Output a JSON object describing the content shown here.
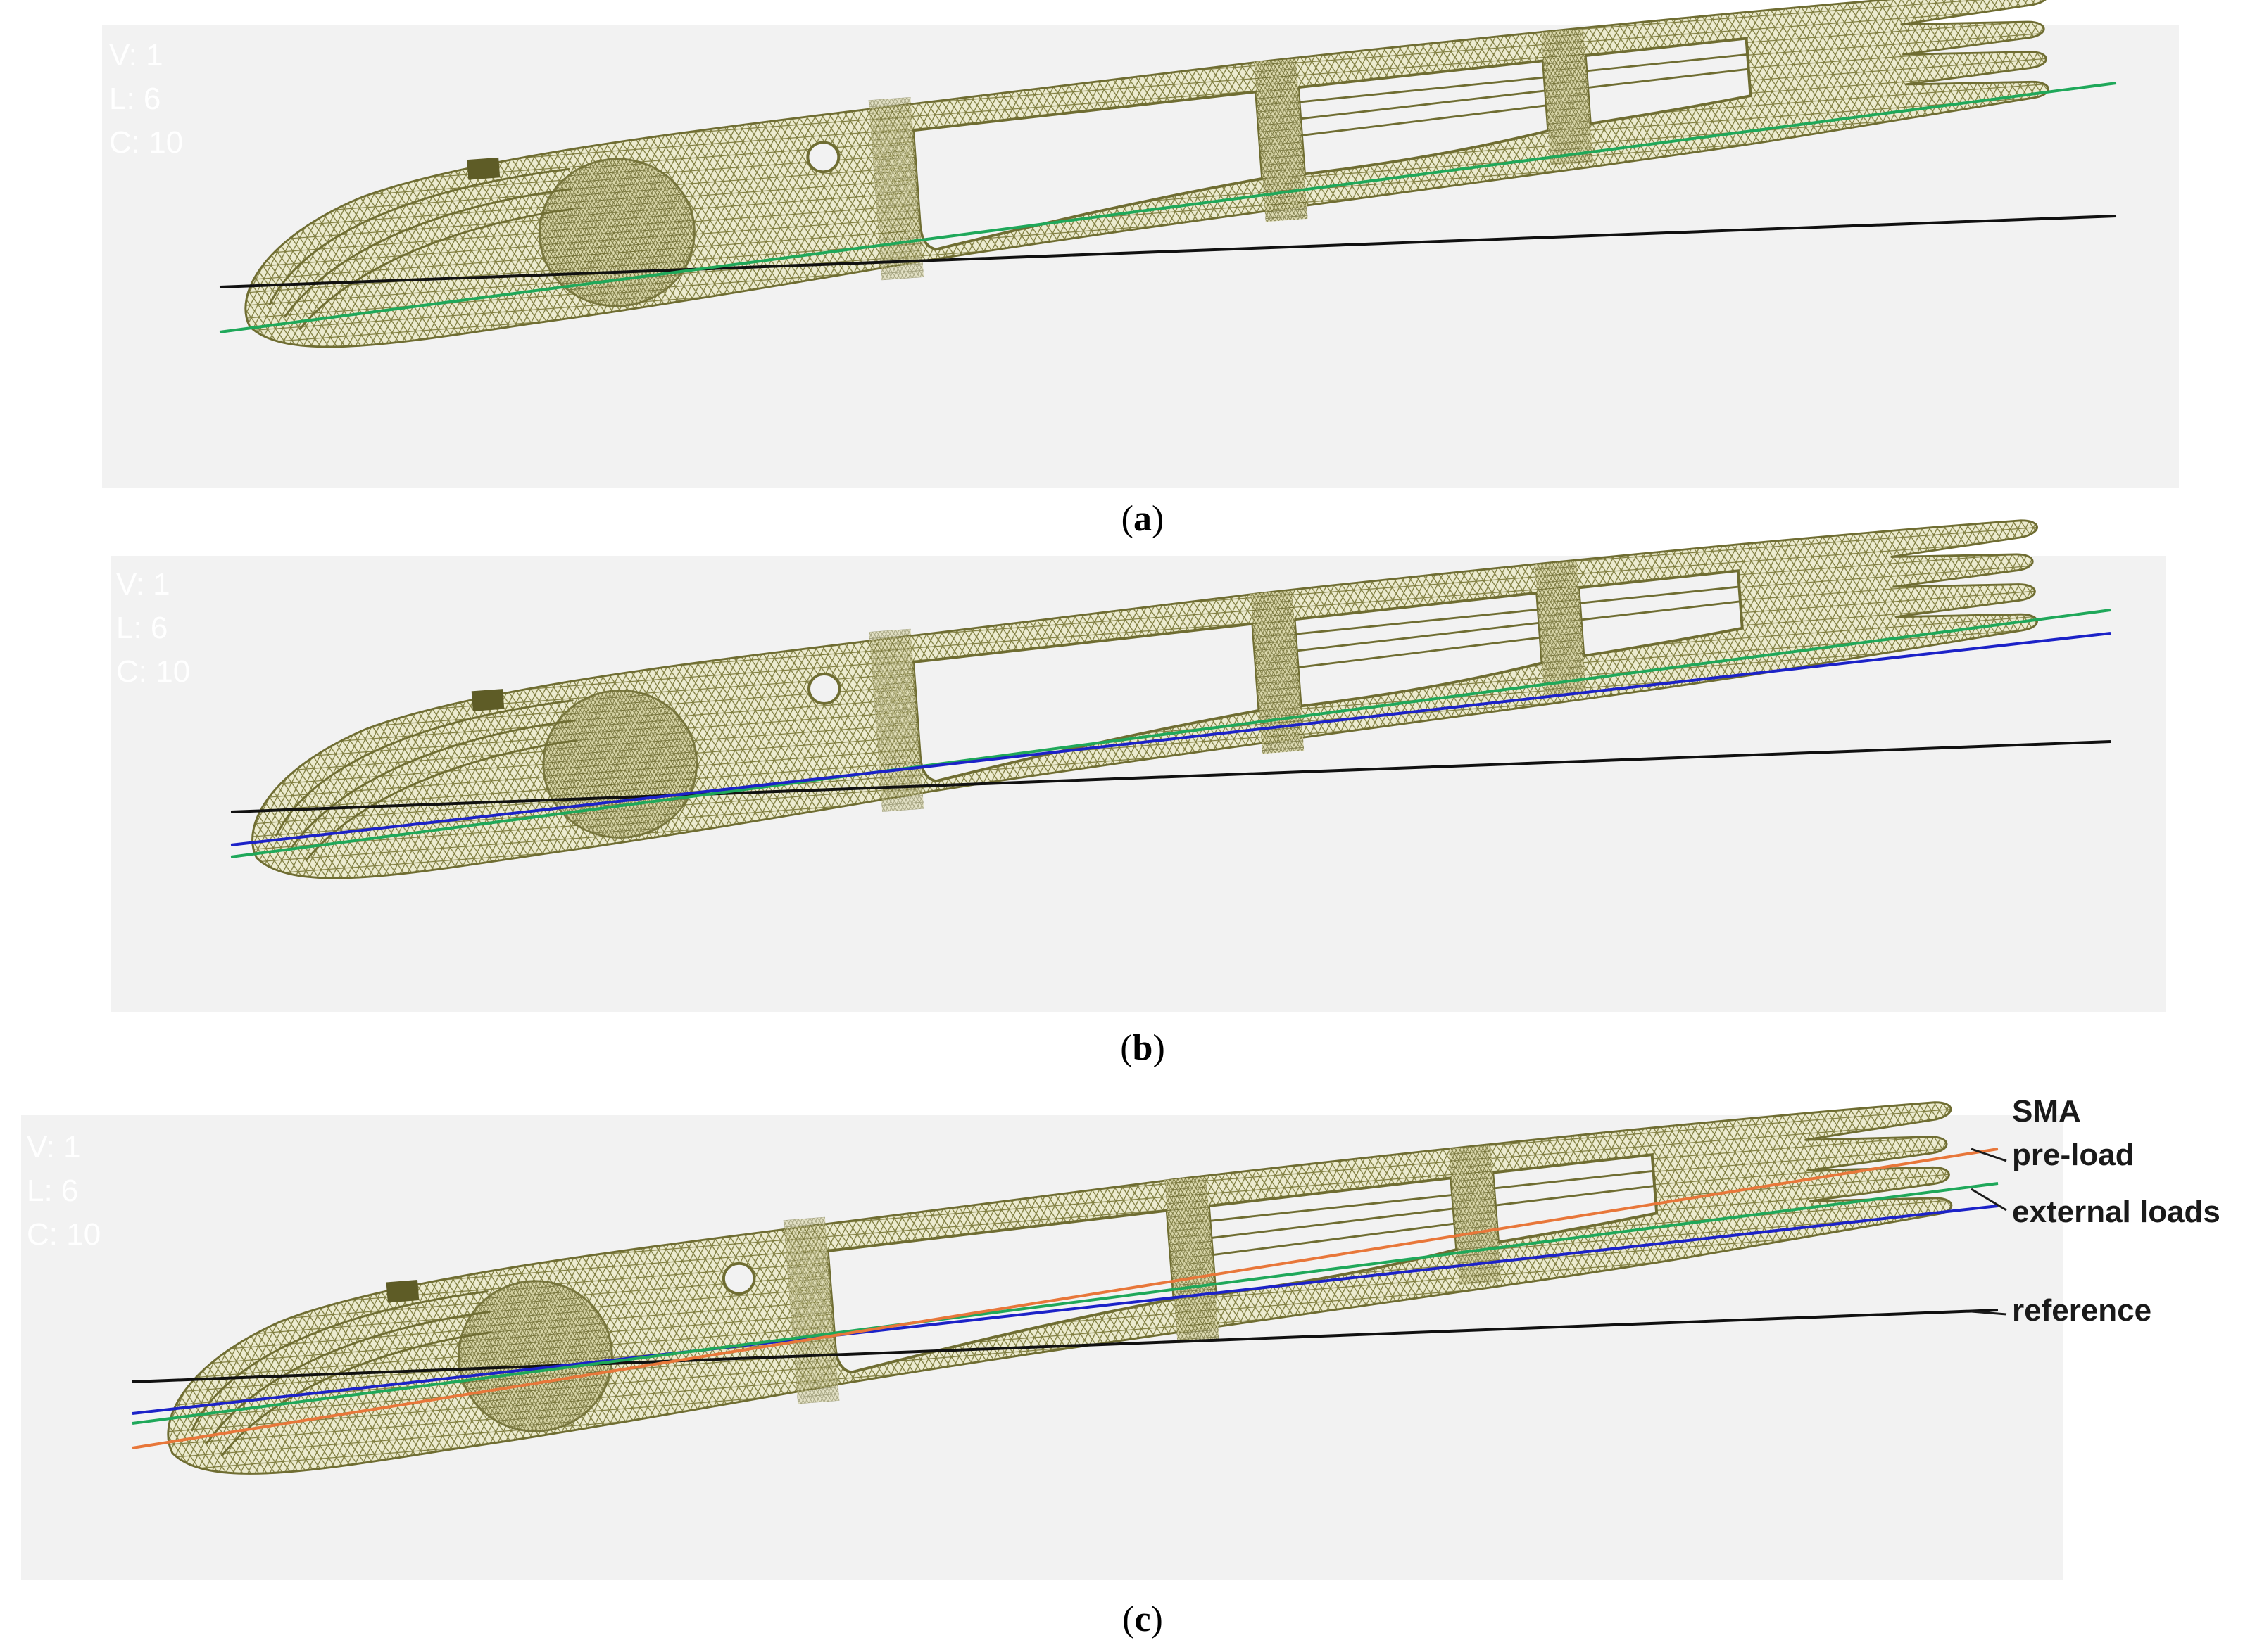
{
  "panels": [
    {
      "id": "a",
      "caption_letter": "a",
      "viewport_info": [
        "V: 1",
        "L: 6",
        "C: 10"
      ],
      "lines": [
        "reference",
        "external loads"
      ]
    },
    {
      "id": "b",
      "caption_letter": "b",
      "viewport_info": [
        "V: 1",
        "L: 6",
        "C: 10"
      ],
      "lines": [
        "reference",
        "external loads",
        "blue"
      ]
    },
    {
      "id": "c",
      "caption_letter": "c",
      "viewport_info": [
        "V: 1",
        "L: 6",
        "C: 10"
      ],
      "lines": [
        "reference",
        "external loads",
        "blue",
        "pre-load"
      ]
    }
  ],
  "legend": {
    "sma": "SMA",
    "preload": "pre-load",
    "external": "external loads",
    "reference": "reference"
  },
  "colors": {
    "mesh": "#7a7a3a",
    "mesh_fill": "#eceacb",
    "reference": "#111111",
    "green": "#1fa85a",
    "blue": "#1c22c8",
    "orange": "#e8773a"
  }
}
